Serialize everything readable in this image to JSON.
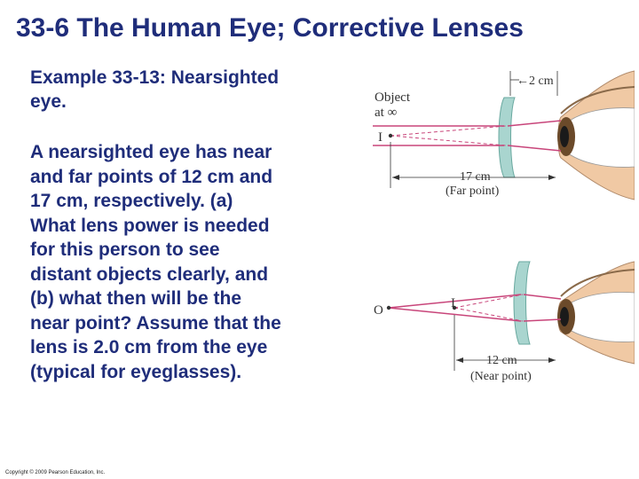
{
  "title": "33-6 The Human Eye; Corrective Lenses",
  "example": {
    "heading_line1": "Example 33-13: Nearsighted",
    "heading_line2": "eye.",
    "problem_lines": [
      "A nearsighted eye has near",
      "and far points of 12 cm and",
      "17 cm, respectively. (a)",
      "What lens power is needed",
      "for this person to see",
      "distant objects clearly, and",
      "(b) what then will be the",
      "near point? Assume that the",
      "lens is 2.0 cm from the eye",
      "(typical for eyeglasses)."
    ]
  },
  "diagram_top": {
    "object_line1": "Object",
    "object_line2": "at ∞",
    "image_label": "I",
    "lens_distance": "2 cm",
    "far_distance": "17 cm",
    "far_caption": "(Far point)"
  },
  "diagram_bottom": {
    "object_label": "O",
    "image_label": "I",
    "near_distance": "12 cm",
    "near_caption": "(Near point)"
  },
  "copyright": "Copyright © 2009 Pearson Education, Inc.",
  "colors": {
    "title": "#1f2d7a",
    "ray": "#c8457a",
    "lens": "#a9d5cf",
    "skin": "#f0c9a4"
  }
}
